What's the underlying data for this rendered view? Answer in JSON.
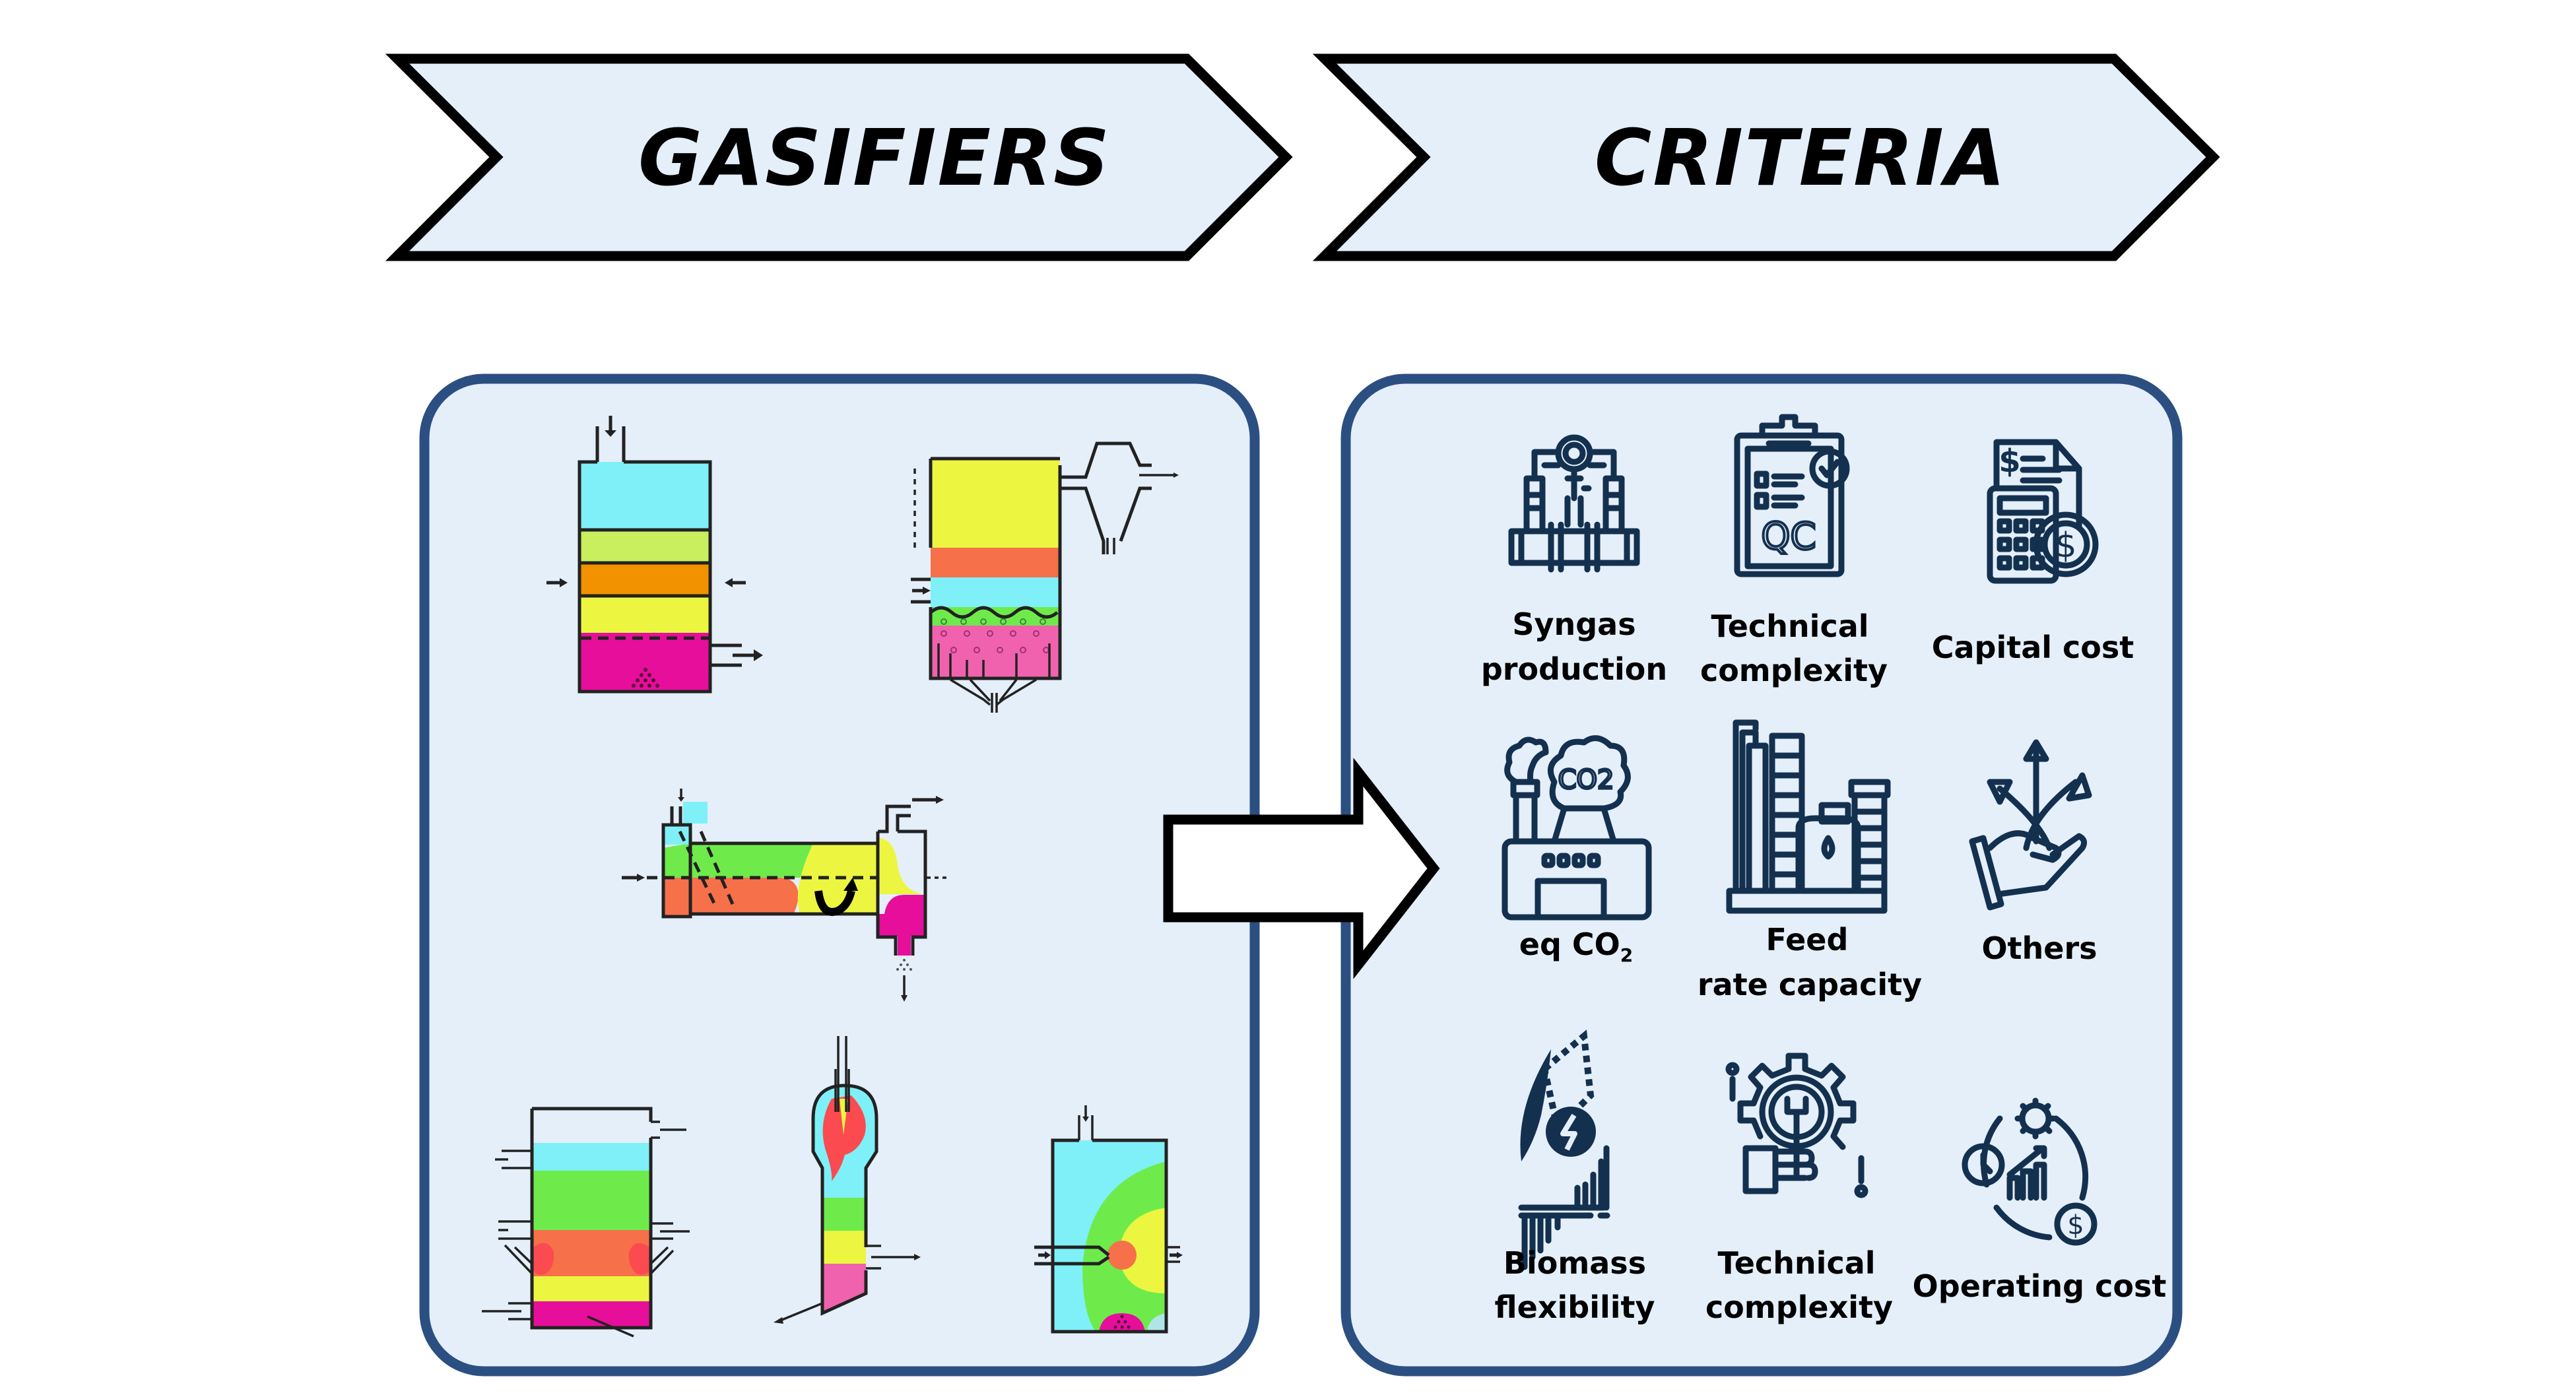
{
  "header": {
    "stage_1_label": "GASIFIERS",
    "stage_2_label": "CRITERIA"
  },
  "gasifiers_panel": {
    "diagrams": [
      {
        "icon": "updraft-fixed-bed-gasifier-icon"
      },
      {
        "icon": "fluidized-bed-gasifier-icon"
      },
      {
        "icon": "rotary-kiln-gasifier-icon"
      },
      {
        "icon": "circulating-bed-gasifier-icon"
      },
      {
        "icon": "entrained-flow-gasifier-icon"
      },
      {
        "icon": "plasma-gasifier-icon"
      }
    ],
    "zone_colors": {
      "drying": "#7FF0F7",
      "pyrolysis": "#C9EE5E",
      "oxidation": "#F29200",
      "reduction": "#ECF640",
      "ash": "#E60E9B",
      "green": "#6EEB4B",
      "coral": "#F6704A",
      "flame": "#FB4A50",
      "pink": "#F062AE"
    }
  },
  "flow_arrow": {
    "icon": "right-arrow-icon"
  },
  "criteria_panel": {
    "criteria": [
      {
        "icon": "pipeline-valve-icon",
        "line1": "Syngas",
        "line2": "production"
      },
      {
        "icon": "qc-clipboard-icon",
        "line1": "Technical",
        "line2": "complexity"
      },
      {
        "icon": "calculator-invoice-icon",
        "line1": "Capital cost",
        "line2": ""
      },
      {
        "icon": "factory-co2-icon",
        "line1": "eq CO",
        "line1_sub": "2",
        "line2": ""
      },
      {
        "icon": "refinery-icon",
        "line1": "Feed",
        "line2": "rate capacity"
      },
      {
        "icon": "hand-arrows-icon",
        "line1": "Others",
        "line2": ""
      },
      {
        "icon": "biomass-energy-icon",
        "line1": "Biomass",
        "line2": "flexibility"
      },
      {
        "icon": "gear-wrench-hand-icon",
        "line1": "Technical",
        "line2": "complexity"
      },
      {
        "icon": "operating-cost-cycle-icon",
        "line1": "Operating cost",
        "line2": ""
      }
    ],
    "icon_text": {
      "co2": "CO2",
      "qc": "QC",
      "dollar": "$"
    }
  },
  "colors": {
    "panel_fill": "#E4EFFA",
    "panel_border": "#2C4F82",
    "chevron_fill": "#E4EFFA",
    "icon_stroke": "#14304F"
  }
}
